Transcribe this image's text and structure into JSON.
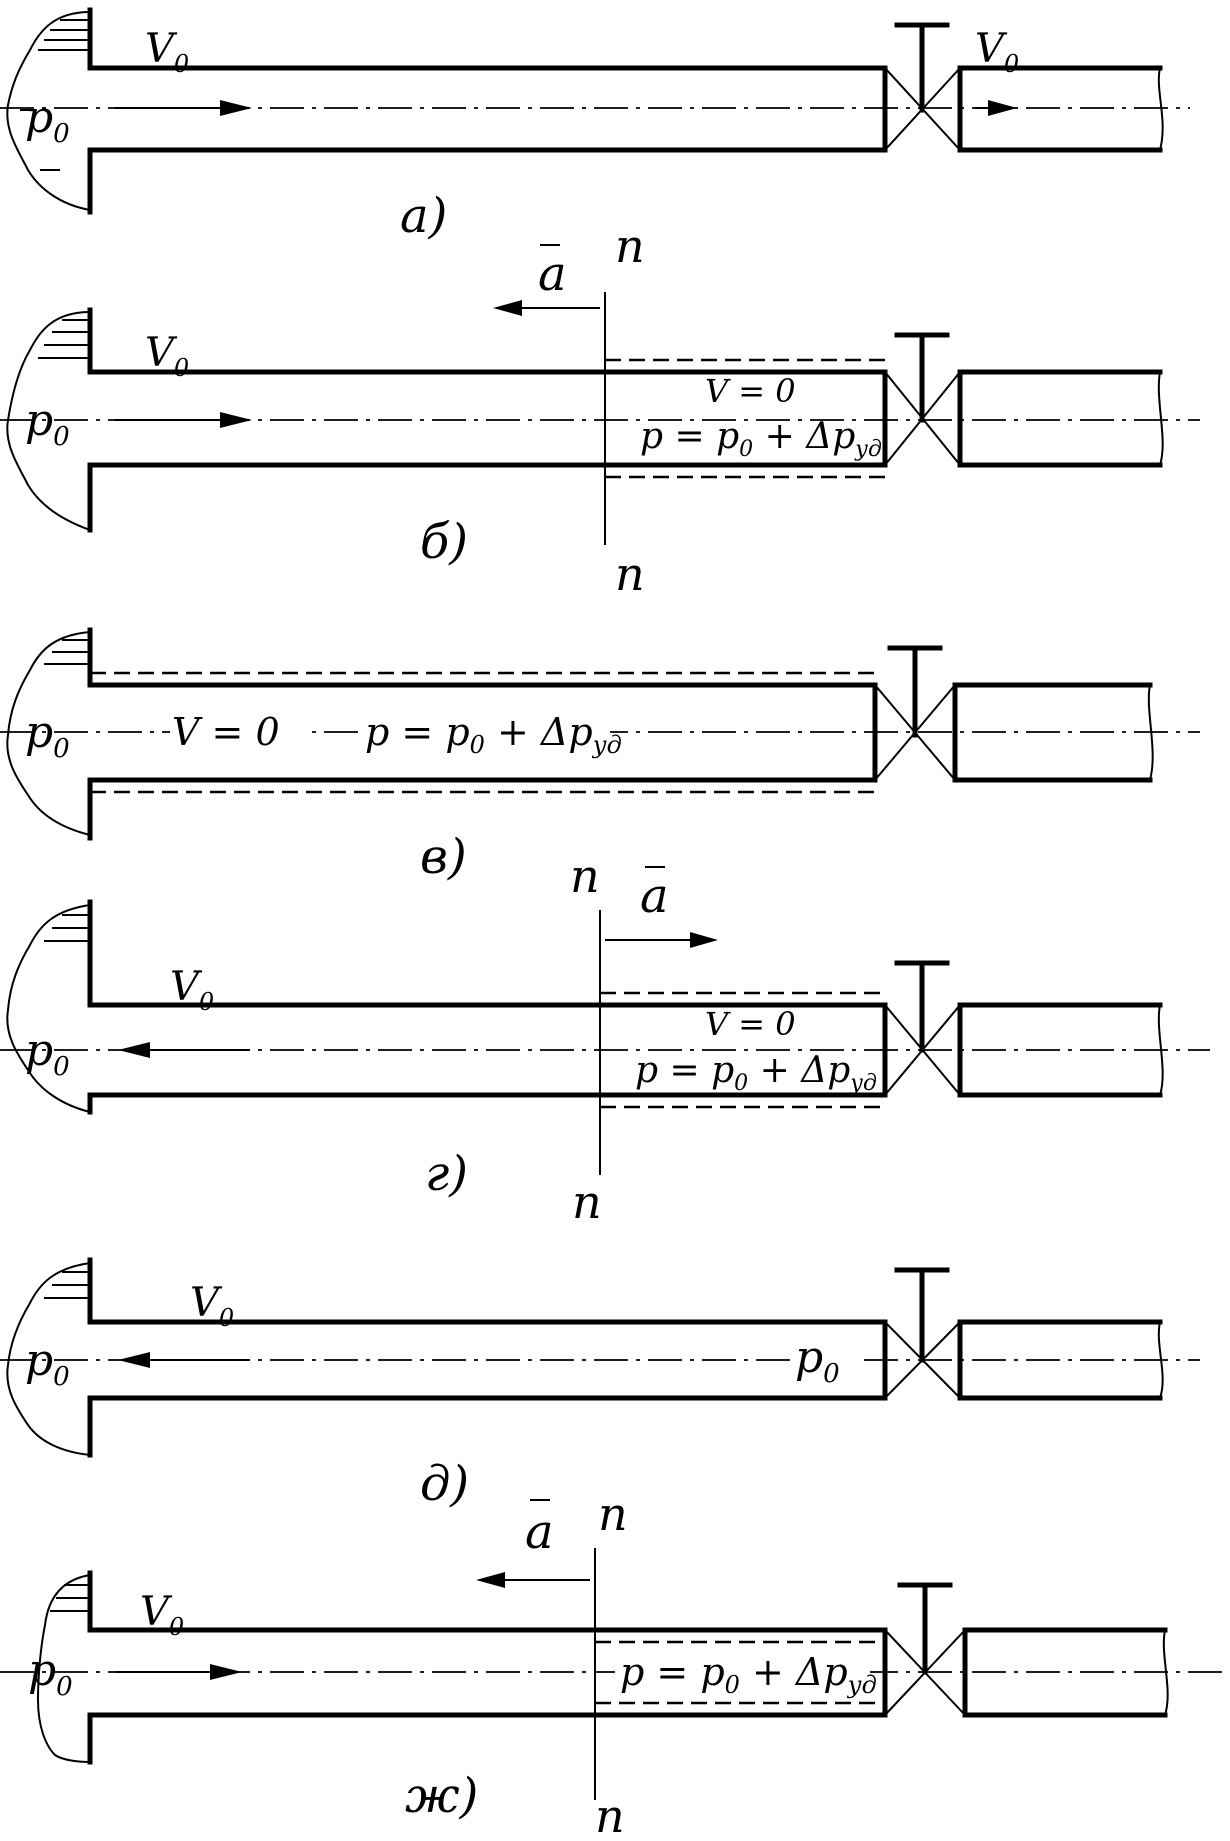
{
  "figures": [
    {
      "caption": "а)",
      "labels": {
        "p_left": "p",
        "p_sub": "0",
        "v_left": "V",
        "v_sub": "0",
        "v_right": "V",
        "v_right_sub": "0"
      }
    },
    {
      "caption": "б)",
      "labels": {
        "p_left": "p",
        "p_sub": "0",
        "v_left": "V",
        "v_sub": "0",
        "a": "a",
        "n_top": "n",
        "n_bottom": "n",
        "v_zero": "V = 0",
        "p_eq": "p = p",
        "p_eq_sub0": "0",
        "p_eq_mid": " + Δp",
        "p_eq_sub": "уд"
      }
    },
    {
      "caption": "в)",
      "labels": {
        "p_left": "p",
        "p_sub": "0",
        "v_zero": "V = 0",
        "p_eq": "p = p",
        "p_eq_sub0": "0",
        "p_eq_mid": " + Δp",
        "p_eq_sub": "уд"
      }
    },
    {
      "caption": "г)",
      "labels": {
        "p_left": "p",
        "p_sub": "0",
        "v_left": "V",
        "v_sub": "0",
        "a": "a",
        "n_top": "n",
        "n_bottom": "n",
        "v_zero": "V = 0",
        "p_eq": "p = p",
        "p_eq_sub0": "0",
        "p_eq_mid": " + Δp",
        "p_eq_sub": "уд"
      }
    },
    {
      "caption": "д)",
      "labels": {
        "p_left": "p",
        "p_sub": "0",
        "v_left": "V",
        "v_sub": "0",
        "p_right": "p",
        "p_right_sub": "0"
      }
    },
    {
      "caption": "ж)",
      "labels": {
        "p_left": "p",
        "p_sub": "0",
        "v_left": "V",
        "v_sub": "0",
        "a": "a",
        "n_top": "n",
        "n_bottom": "n",
        "p_eq": "p = p",
        "p_eq_sub0": "0",
        "p_eq_mid": " + Δp",
        "p_eq_sub": "уд"
      }
    }
  ]
}
